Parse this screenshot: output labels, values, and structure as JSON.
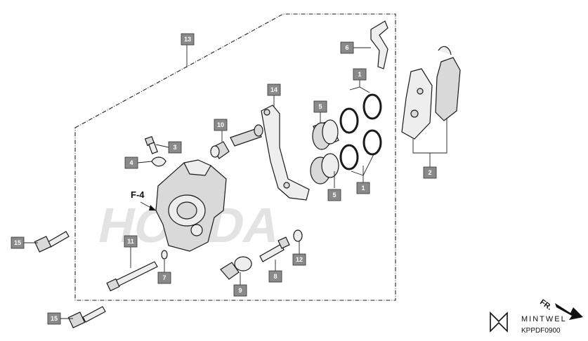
{
  "diagram": {
    "view_label": "F-4",
    "direction_label": "FR.",
    "diagram_code": "KPPDF0900",
    "brand_text": "MINTWEL",
    "watermark_text": "HONDA",
    "callouts": [
      {
        "id": "c13",
        "label": "13"
      },
      {
        "id": "c6",
        "label": "6"
      },
      {
        "id": "c1a",
        "label": "1"
      },
      {
        "id": "c14",
        "label": "14"
      },
      {
        "id": "c5a",
        "label": "5"
      },
      {
        "id": "c10",
        "label": "10"
      },
      {
        "id": "c3",
        "label": "3"
      },
      {
        "id": "c4",
        "label": "4"
      },
      {
        "id": "c2",
        "label": "2"
      },
      {
        "id": "c5b",
        "label": "5"
      },
      {
        "id": "c1b",
        "label": "1"
      },
      {
        "id": "c11",
        "label": "11"
      },
      {
        "id": "c15a",
        "label": "15"
      },
      {
        "id": "c7",
        "label": "7"
      },
      {
        "id": "c12",
        "label": "12"
      },
      {
        "id": "c8",
        "label": "8"
      },
      {
        "id": "c9",
        "label": "9"
      },
      {
        "id": "c15b",
        "label": "15"
      }
    ]
  }
}
